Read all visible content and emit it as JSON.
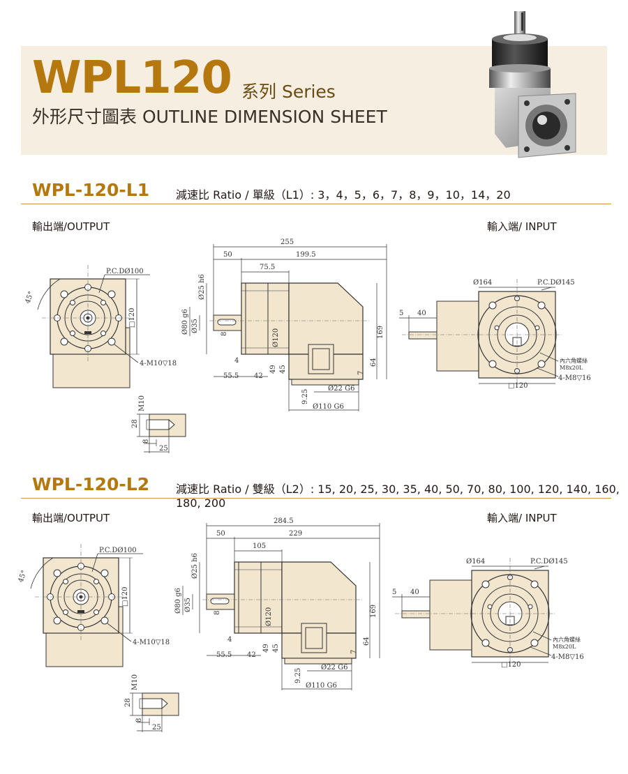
{
  "header": {
    "model": "WPL120",
    "series": "系列 Series",
    "subtitle": "外形尺寸圖表 OUTLINE DIMENSION SHEET"
  },
  "sections": [
    {
      "title": "WPL-120-L1",
      "ratio": "減速比 Ratio / 單級（L1）: 3，4，5，6，7，8，9，10，14，20",
      "output_label": "輸出端/OUTPUT",
      "input_label": "輸入端/ INPUT",
      "dims": {
        "pcd_out": "P.C.DØ100",
        "sq_out": "□120",
        "thread_out": "4-M10▽18",
        "angle": "45°",
        "total": "255",
        "flange": "50",
        "body": "199.5",
        "len1": "75.5",
        "shaft": "Ø25 h6",
        "pilot": "Ø80 g6",
        "d35": "Ø35",
        "d120": "Ø120",
        "key": "8",
        "h169": "169",
        "h64": "64",
        "h7": "7",
        "h49": "49",
        "h45": "45",
        "w4": "4",
        "w555": "55.5",
        "w42": "42",
        "d925": "9.25",
        "d22": "Ø22 G6",
        "d110": "Ø110 G6",
        "d164": "Ø164",
        "pcd_in": "P.C.DØ145",
        "w5": "5",
        "w40": "40",
        "screw_note1": "內六角螺絲",
        "screw_note2": "M8x20L",
        "thread_in": "4-M8▽16",
        "sq_in": "□120",
        "m10": "M10",
        "d28": "28",
        "d8": "8",
        "d25": "25"
      }
    },
    {
      "title": "WPL-120-L2",
      "ratio": "減速比 Ratio / 雙級（L2）: 15, 20, 25, 30, 35, 40, 50, 70, 80, 100, 120, 140, 160, 180, 200",
      "output_label": "輸出端/OUTPUT",
      "input_label": "輸入端/ INPUT",
      "dims": {
        "pcd_out": "P.C.DØ100",
        "sq_out": "□120",
        "thread_out": "4-M10▽18",
        "angle": "45°",
        "total": "284.5",
        "flange": "50",
        "body": "229",
        "len1": "105",
        "shaft": "Ø25 h6",
        "pilot": "Ø80 g6",
        "d35": "Ø35",
        "d120": "Ø120",
        "key": "8",
        "h169": "169",
        "h64": "64",
        "h7": "7",
        "h49": "49",
        "h45": "45",
        "w4": "4",
        "w555": "55.5",
        "w42": "42",
        "d925": "9.25",
        "d22": "Ø22 G6",
        "d110": "Ø110 G6",
        "d164": "Ø164",
        "pcd_in": "P.C.DØ145",
        "w5": "5",
        "w40": "40",
        "screw_note1": "內六角螺絲",
        "screw_note2": "M8x20L",
        "thread_in": "4-M8▽16",
        "sq_in": "□120",
        "m10": "M10",
        "d28": "28",
        "d8": "8",
        "d25": "25"
      }
    }
  ],
  "colors": {
    "accent": "#b5780e",
    "banner": "#f6eee0",
    "part_fill": "#f3e6cf",
    "line": "#333333"
  }
}
